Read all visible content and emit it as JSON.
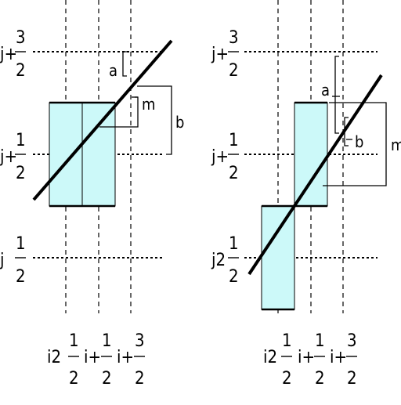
{
  "colors": {
    "fill": "#ccf9f9",
    "ink": "#000000"
  },
  "left_panel": {
    "row_labels": [
      {
        "pre": "j+",
        "num": "3",
        "den": "2"
      },
      {
        "pre": "j+",
        "num": "1",
        "den": "2"
      },
      {
        "pre": "j",
        "num": "1",
        "den": "2"
      }
    ],
    "col_labels": [
      {
        "pre": "i2",
        "num": "1",
        "den": "2"
      },
      {
        "pre": "i+",
        "num": "1",
        "den": "2"
      },
      {
        "pre": "i+",
        "num": "3",
        "den": "2"
      }
    ],
    "marks": {
      "a": "a",
      "m": "m",
      "b": "b"
    }
  },
  "right_panel": {
    "row_labels": [
      {
        "pre": "j+",
        "num": "3",
        "den": "2"
      },
      {
        "pre": "j+",
        "num": "1",
        "den": "2"
      },
      {
        "pre": "j2",
        "num": "1",
        "den": "2"
      }
    ],
    "col_labels": [
      {
        "pre": "i2",
        "num": "1",
        "den": "2"
      },
      {
        "pre": "i+",
        "num": "1",
        "den": "2"
      },
      {
        "pre": "i+",
        "num": "3",
        "den": "2"
      }
    ],
    "marks": {
      "a": "a",
      "b": "b",
      "m": "m"
    }
  }
}
